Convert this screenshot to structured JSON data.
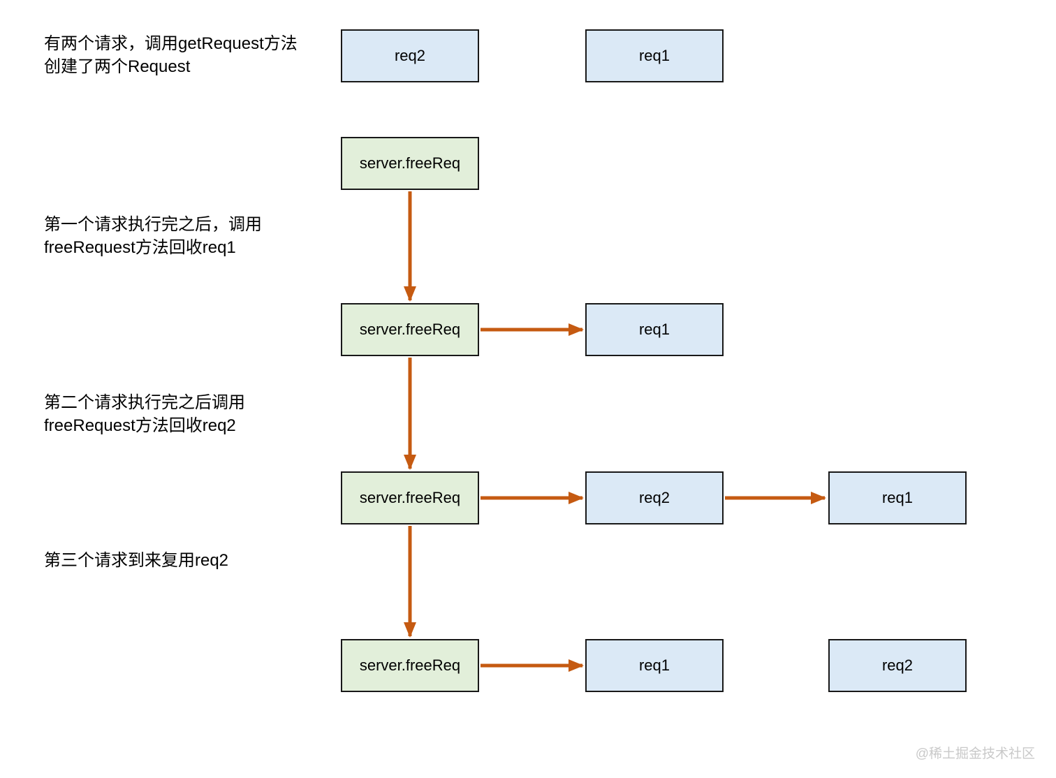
{
  "colors": {
    "request-fill": "#dbe9f6",
    "method-fill": "#e2efda",
    "node-border": "#181818",
    "arrow": "#c55a11",
    "annotation-text": "#000000",
    "watermark-text": "#c9c9c9",
    "page-bg": "#ffffff"
  },
  "annotations": [
    {
      "text": "有两个请求，调用getRequest方法\n创建了两个Request"
    },
    {
      "text": "第一个请求执行完之后，调用\nfreeRequest方法回收req1"
    },
    {
      "text": "第二个请求执行完之后调用\nfreeRequest方法回收req2"
    },
    {
      "text": "第三个请求到来复用req2"
    }
  ],
  "nodes": [
    {
      "label": "req2",
      "type": "request"
    },
    {
      "label": "req1",
      "type": "request"
    },
    {
      "label": "server.freeReq",
      "type": "method"
    },
    {
      "label": "server.freeReq",
      "type": "method"
    },
    {
      "label": "req1",
      "type": "request"
    },
    {
      "label": "server.freeReq",
      "type": "method"
    },
    {
      "label": "req2",
      "type": "request"
    },
    {
      "label": "req1",
      "type": "request"
    },
    {
      "label": "server.freeReq",
      "type": "method"
    },
    {
      "label": "req1",
      "type": "request"
    },
    {
      "label": "req2",
      "type": "request"
    }
  ],
  "watermark": {
    "text": "@稀土掘金技术社区"
  }
}
